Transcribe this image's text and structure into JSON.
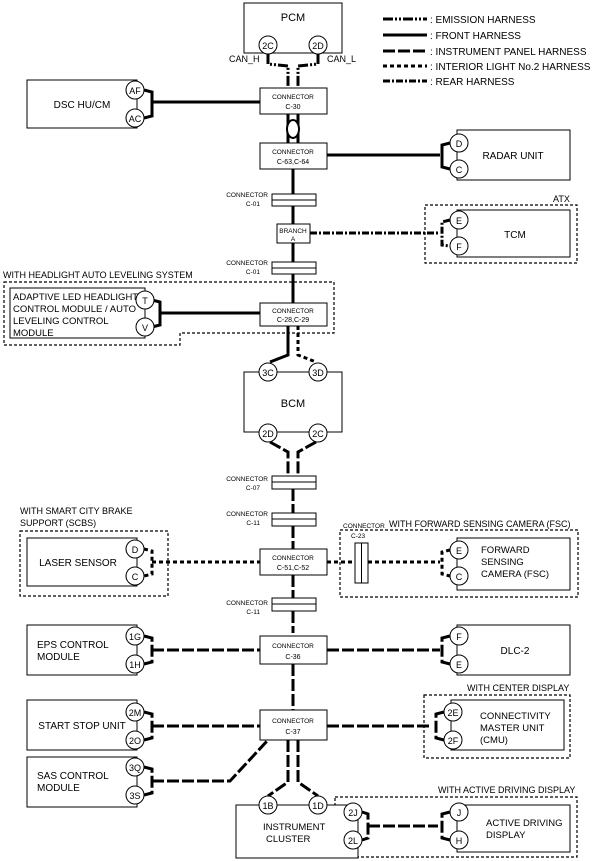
{
  "legend": [
    {
      "type": "emission",
      "label": ": EMISSION HARNESS"
    },
    {
      "type": "front",
      "label": ": FRONT HARNESS"
    },
    {
      "type": "instrument",
      "label": ": INSTRUMENT PANEL HARNESS"
    },
    {
      "type": "interior",
      "label": ": INTERIOR LIGHT No.2 HARNESS"
    },
    {
      "type": "rear",
      "label": ": REAR HARNESS"
    }
  ],
  "modules": {
    "pcm": "PCM",
    "dsc": "DSC HU/CM",
    "radar": "RADAR UNIT",
    "tcm": "TCM",
    "headlight": [
      "ADAPTIVE LED HEADLIGHTS",
      "CONTROL MODULE / AUTO",
      "LEVELING CONTROL",
      "MODULE"
    ],
    "bcm": "BCM",
    "laser": "LASER SENSOR",
    "fsc": [
      "FORWARD",
      "SENSING",
      "CAMERA (FSC)"
    ],
    "eps": [
      "EPS CONTROL",
      "MODULE"
    ],
    "dlc": "DLC-2",
    "startstop": "START STOP UNIT",
    "cmu": [
      "CONNECTIVITY",
      "MASTER UNIT",
      "(CMU)"
    ],
    "sas": [
      "SAS CONTROL",
      "MODULE"
    ],
    "cluster": [
      "INSTRUMENT",
      "CLUSTER"
    ],
    "add": [
      "ACTIVE DRIVING",
      "DISPLAY"
    ]
  },
  "pins": {
    "pcm_2c": "2C",
    "pcm_2d": "2D",
    "dsc_af": "AF",
    "dsc_ac": "AC",
    "radar_d": "D",
    "radar_c": "C",
    "tcm_e": "E",
    "tcm_f": "F",
    "hl_t": "T",
    "hl_v": "V",
    "bcm_3c": "3C",
    "bcm_3d": "3D",
    "bcm_2d": "2D",
    "bcm_2c": "2C",
    "laser_d": "D",
    "laser_c": "C",
    "fsc_e": "E",
    "fsc_c": "C",
    "eps_1g": "1G",
    "eps_1h": "1H",
    "dlc_f": "F",
    "dlc_e": "E",
    "ss_2m": "2M",
    "ss_2o": "2O",
    "cmu_2e": "2E",
    "cmu_2f": "2F",
    "sas_3q": "3Q",
    "sas_3s": "3S",
    "ic_1b": "1B",
    "ic_1d": "1D",
    "ic_2j": "2J",
    "ic_2l": "2L",
    "add_j": "J",
    "add_h": "H"
  },
  "connectors": {
    "c30": [
      "CONNECTOR",
      "C-30"
    ],
    "c63": [
      "CONNECTOR",
      "C-63,C-64"
    ],
    "c01a": [
      "CONNECTOR",
      "C-01"
    ],
    "brancha": [
      "BRANCH",
      "A"
    ],
    "c01b": [
      "CONNECTOR",
      "C-01"
    ],
    "c28": [
      "CONNECTOR",
      "C-28,C-29"
    ],
    "c07": [
      "CONNECTOR",
      "C-07"
    ],
    "c11a": [
      "CONNECTOR",
      "C-11"
    ],
    "c51": [
      "CONNECTOR",
      "C-51,C-52"
    ],
    "c23": [
      "CONNECTOR",
      "C-23"
    ],
    "c11b": [
      "CONNECTOR",
      "C-11"
    ],
    "c36": [
      "CONNECTOR",
      "C-36"
    ],
    "c37": [
      "CONNECTOR",
      "C-37"
    ]
  },
  "labels": {
    "can_h": "CAN_H",
    "can_l": "CAN_L",
    "atx": "ATX",
    "with_headlight": "WITH HEADLIGHT AUTO LEVELING SYSTEM",
    "with_scbs": [
      "WITH SMART CITY BRAKE",
      "SUPPORT (SCBS)"
    ],
    "with_fsc": "WITH FORWARD SENSING CAMERA (FSC)",
    "with_center": "WITH CENTER DISPLAY",
    "with_add": "WITH ACTIVE DRIVING DISPLAY"
  }
}
